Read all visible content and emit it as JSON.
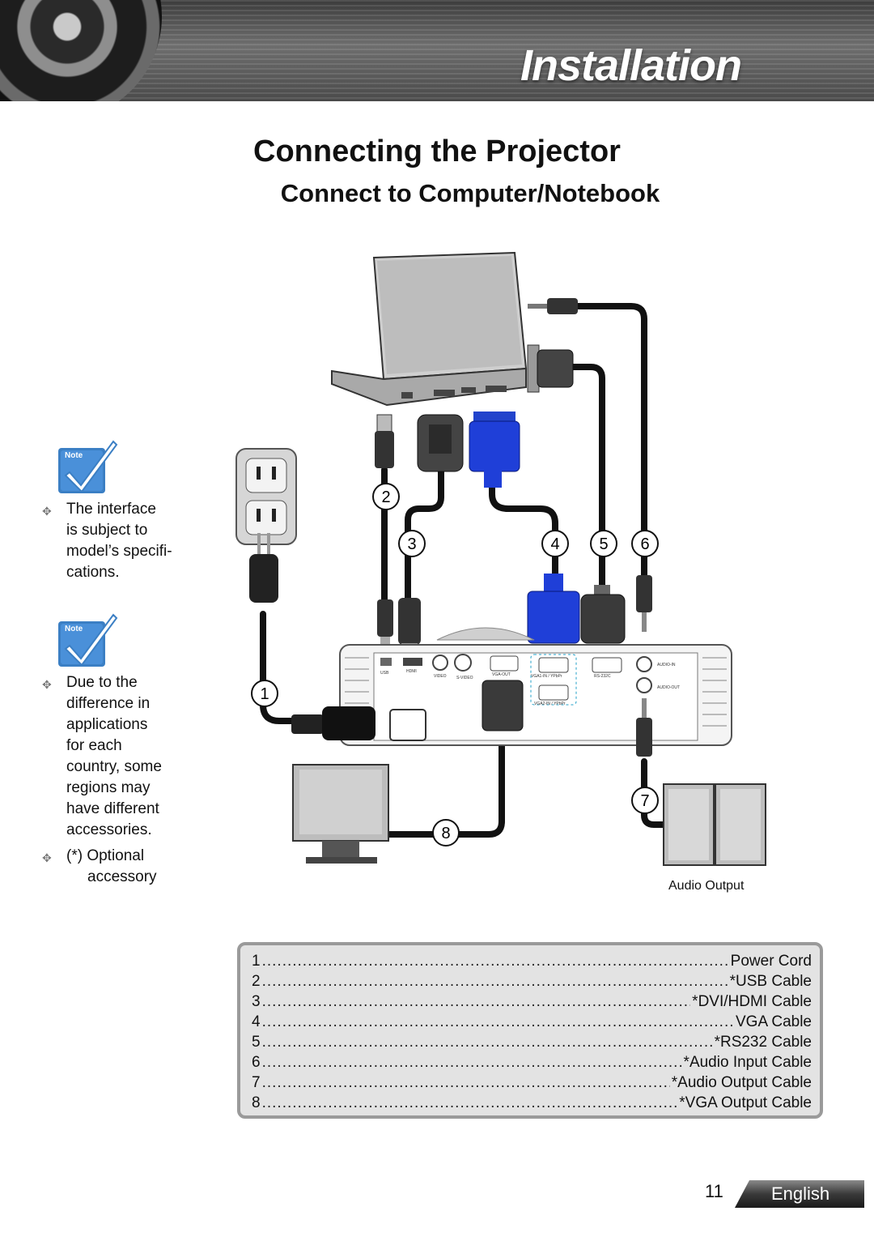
{
  "header": {
    "title": "Installation"
  },
  "page_title": "Connecting the Projector",
  "section_title": "Connect to Computer/Notebook",
  "notes": [
    {
      "badge": "Note",
      "lines": [
        "The interface",
        "is subject to",
        "model’s specifi-",
        "cations."
      ]
    },
    {
      "badge": "Note",
      "lines": [
        "Due to the",
        "difference in",
        "applications",
        "for each",
        "country, some",
        "regions may",
        "have different",
        "accessories."
      ]
    },
    {
      "lines": [
        "(*) Optional",
        "accessory"
      ]
    }
  ],
  "diagram": {
    "callouts": [
      "1",
      "2",
      "3",
      "4",
      "5",
      "6",
      "7",
      "8"
    ],
    "audio_output_label": "Audio Output",
    "port_labels": [
      "USB",
      "HDMI",
      "VIDEO",
      "S-VIDEO",
      "VGA-OUT",
      "VGA1-IN / YPbPr",
      "VGA2-IN / YPbPr",
      "RS-232C",
      "AUDIO-IN",
      "AUDIO-OUT"
    ]
  },
  "legend": [
    {
      "num": "1",
      "name": "Power Cord"
    },
    {
      "num": "2",
      "name": "*USB Cable"
    },
    {
      "num": "3",
      "name": "*DVI/HDMI Cable"
    },
    {
      "num": "4",
      "name": "VGA Cable"
    },
    {
      "num": "5",
      "name": "*RS232 Cable"
    },
    {
      "num": "6",
      "name": "*Audio Input Cable"
    },
    {
      "num": "7",
      "name": "*Audio Output Cable"
    },
    {
      "num": "8",
      "name": "*VGA Output Cable"
    }
  ],
  "footer": {
    "page_number": "11",
    "language": "English"
  }
}
